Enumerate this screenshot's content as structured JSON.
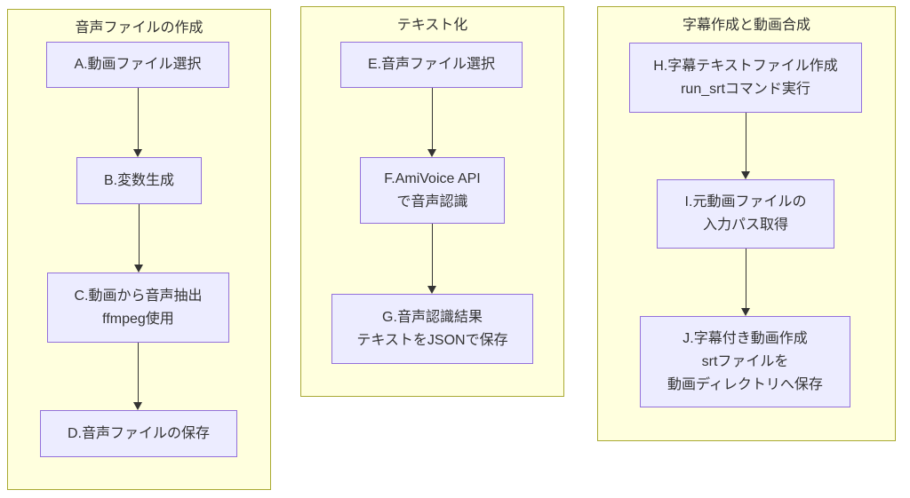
{
  "diagram": {
    "type": "flowchart",
    "direction": "top-down",
    "colors": {
      "background": "#FFFFFF",
      "group_fill": "#FFFFDE",
      "group_border": "#AAAA33",
      "node_fill": "#ECECFF",
      "node_border": "#9370DB",
      "edge": "#333333",
      "text": "#333333"
    },
    "groups": [
      {
        "title": "音声ファイルの作成",
        "nodes": [
          {
            "id": "A",
            "lines": [
              "A.動画ファイル選択"
            ]
          },
          {
            "id": "B",
            "lines": [
              "B.変数生成"
            ]
          },
          {
            "id": "C",
            "lines": [
              "C.動画から音声抽出",
              "ffmpeg使用"
            ]
          },
          {
            "id": "D",
            "lines": [
              "D.音声ファイルの保存"
            ]
          }
        ],
        "edges": [
          [
            "A",
            "B"
          ],
          [
            "B",
            "C"
          ],
          [
            "C",
            "D"
          ]
        ]
      },
      {
        "title": "テキスト化",
        "nodes": [
          {
            "id": "E",
            "lines": [
              "E.音声ファイル選択"
            ]
          },
          {
            "id": "F",
            "lines": [
              "F.AmiVoice API",
              "で音声認識"
            ]
          },
          {
            "id": "G",
            "lines": [
              "G.音声認識結果",
              "テキストをJSONで保存"
            ]
          }
        ],
        "edges": [
          [
            "E",
            "F"
          ],
          [
            "F",
            "G"
          ]
        ]
      },
      {
        "title": "字幕作成と動画合成",
        "nodes": [
          {
            "id": "H",
            "lines": [
              "H.字幕テキストファイル作成",
              "run_srtコマンド実行"
            ]
          },
          {
            "id": "I",
            "lines": [
              "I.元動画ファイルの",
              "入力パス取得"
            ]
          },
          {
            "id": "J",
            "lines": [
              "J.字幕付き動画作成",
              "srtファイルを",
              "動画ディレクトリへ保存"
            ]
          }
        ],
        "edges": [
          [
            "H",
            "I"
          ],
          [
            "I",
            "J"
          ]
        ]
      }
    ]
  }
}
